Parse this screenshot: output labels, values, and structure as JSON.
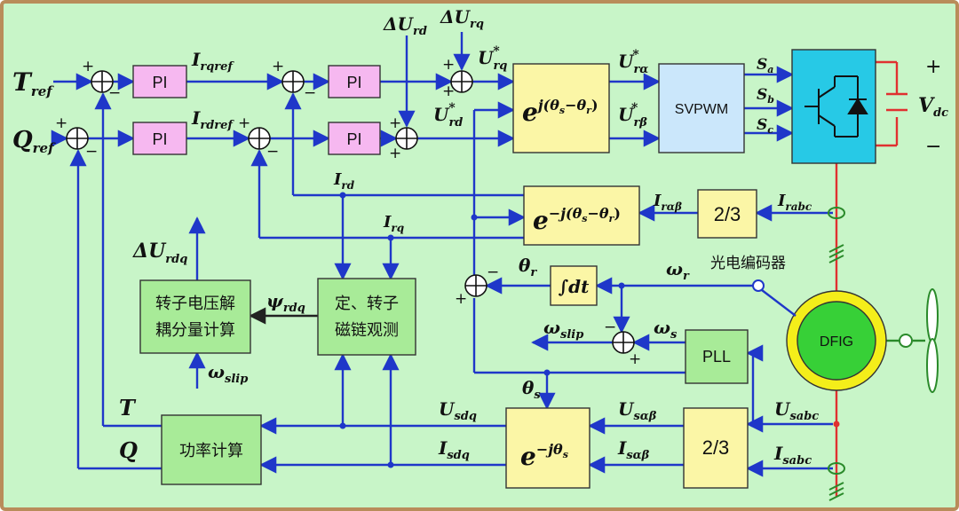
{
  "inputs": {
    "t_ref": "T",
    "t_ref_sub": "ref",
    "q_ref": "Q",
    "q_ref_sub": "ref"
  },
  "blocks": {
    "pi": "PI",
    "rot_forward": "e",
    "rot_forward_exp": "j(θ",
    "rot_inverse_exp": "−j(θ",
    "rot_s": "s",
    "rot_minus": "−θ",
    "rot_r": "r",
    "rot_close": ")",
    "rot_stator_exp": "−jθ",
    "svpwm": "SVPWM",
    "transform_23": "2/3",
    "integrator": "∫dt",
    "pll": "PLL",
    "dfig": "DFIG",
    "decoupling_line1": "转子电压解",
    "decoupling_line2": "耦分量计算",
    "flux_line1": "定、转子",
    "flux_line2": "磁链观测",
    "power_calc": "功率计算",
    "encoder": "光电编码器"
  },
  "signals": {
    "i_rqref": "I",
    "i_rqref_sub": "rqref",
    "i_rdref": "I",
    "i_rdref_sub": "rdref",
    "du_rd": "ΔU",
    "du_rd_sub": "rd",
    "du_rq": "ΔU",
    "du_rq_sub": "rq",
    "u_rq_star": "U",
    "u_rq_star_sub": "rq",
    "star": "*",
    "u_rd_star": "U",
    "u_rd_star_sub": "rd",
    "u_ra_star": "U",
    "u_ra_star_sub": "rα",
    "u_rb_star": "U",
    "u_rb_star_sub": "rβ",
    "s_a": "S",
    "s_a_sub": "a",
    "s_b": "S",
    "s_b_sub": "b",
    "s_c": "S",
    "s_c_sub": "c",
    "v_dc": "V",
    "v_dc_sub": "dc",
    "plus": "+",
    "minus": "−",
    "i_rd": "I",
    "i_rd_sub": "rd",
    "i_rq": "I",
    "i_rq_sub": "rq",
    "i_rab": "I",
    "i_rab_sub": "rαβ",
    "i_rabc": "I",
    "i_rabc_sub": "rabc",
    "du_rdq": "ΔU",
    "du_rdq_sub": "rdq",
    "psi_rdq": "ψ",
    "psi_rdq_sub": "rdq",
    "w_slip_in": "ω",
    "w_slip_in_sub": "slip",
    "theta_r": "θ",
    "theta_r_sub": "r",
    "w_r": "ω",
    "w_r_sub": "r",
    "w_slip": "ω",
    "w_slip_sub": "slip",
    "w_s": "ω",
    "w_s_sub": "s",
    "theta_s": "θ",
    "theta_s_sub": "s",
    "t_fb": "T",
    "q_fb": "Q",
    "u_sdq": "U",
    "u_sdq_sub": "sdq",
    "i_sdq": "I",
    "i_sdq_sub": "sdq",
    "u_sab": "U",
    "u_sab_sub": "sαβ",
    "i_sab": "I",
    "i_sab_sub": "sαβ",
    "u_sabc": "U",
    "u_sabc_sub": "sabc",
    "i_sabc": "I",
    "i_sabc_sub": "sabc"
  },
  "colors": {
    "frame_bg": "#c8f5c8",
    "frame_border": "#b98c5a",
    "wire": "#1f37c9",
    "pi_block": "#f6b8f0",
    "rotation_block": "#fbf6a6",
    "svpwm_block": "#cbe7fb",
    "green_block": "#a8eb98",
    "inverter": "#27c9e6",
    "dfig_ring": "#f4ee1a",
    "dfig_core": "#37d037",
    "power_line": "#e03030",
    "ground_line": "#2a8a2a"
  }
}
